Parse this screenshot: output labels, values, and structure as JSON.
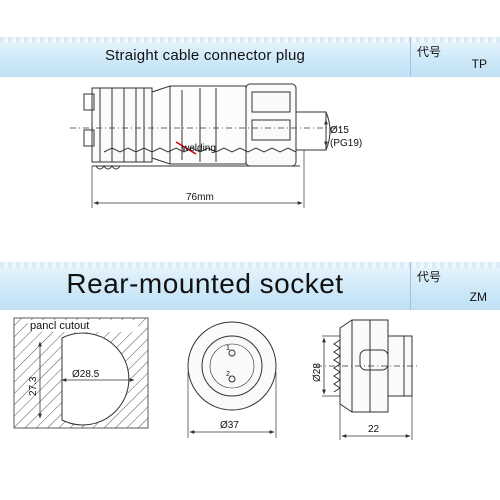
{
  "top_section": {
    "title": "Straight cable connector plug",
    "code_label": "代号",
    "code_value": "TP",
    "labels": {
      "diameter": "Ø15",
      "thread": "(PG19)",
      "welding": "welding",
      "length": "76mm"
    }
  },
  "bottom_section": {
    "title": "Rear-mounted socket",
    "code_label": "代号",
    "code_value": "ZM",
    "cutout_label": "pancl cutout",
    "labels": {
      "cutout_diameter": "Ø28.5",
      "cutout_flat": "27.3",
      "pin1": "1",
      "pin2": "2",
      "face_diameter": "Ø37",
      "thread_diameter": "Ø28",
      "body_length": "22"
    }
  },
  "colors": {
    "banner": "#cfe9f8",
    "line": "#333333",
    "leader": "#cc0000"
  }
}
